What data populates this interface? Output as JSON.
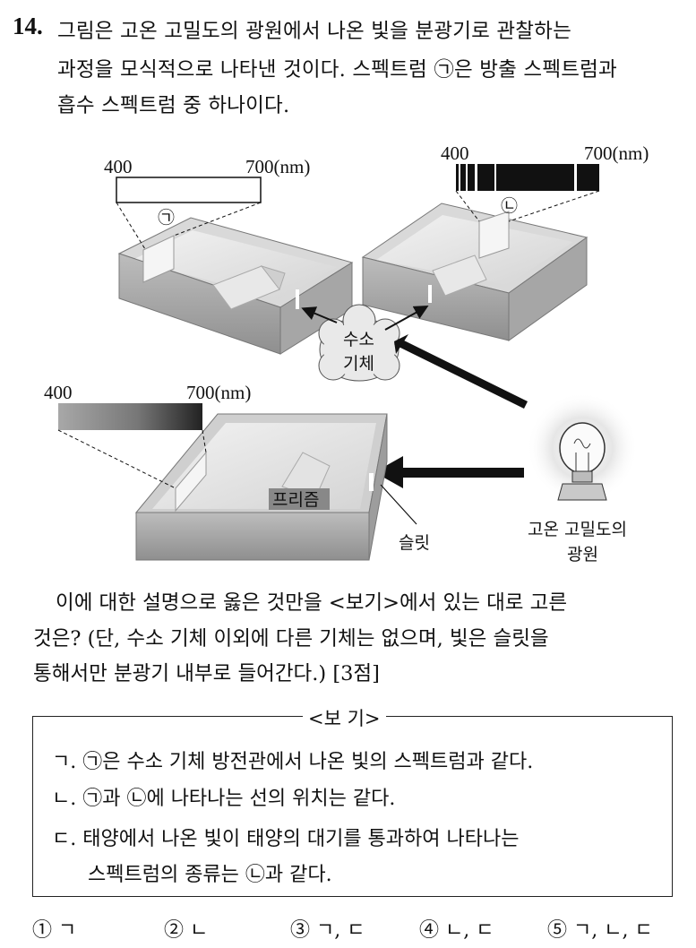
{
  "question": {
    "number": "14.",
    "lines": [
      "그림은 고온 고밀도의 광원에서 나온 빛을 분광기로 관찰하는",
      "과정을 모식적으로 나타낸 것이다. 스펙트럼 ㉠은 방출 스펙트럼과",
      "흡수 스펙트럼 중 하나이다."
    ]
  },
  "figure": {
    "top_left_label_start": "400",
    "top_left_label_end": "700(nm)",
    "top_right_label_start": "400",
    "top_right_label_end": "700(nm)",
    "bottom_label_start": "400",
    "bottom_label_end": "700(nm)",
    "marker_a": "㉠",
    "marker_b": "㉡",
    "gas_line1": "수소",
    "gas_line2": "기체",
    "prism": "프리즘",
    "slit": "슬릿",
    "source_line1": "고온 고밀도의",
    "source_line2": "광원"
  },
  "prompt_lines": [
    "이에 대한 설명으로 옳은 것만을 <보기>에서 있는 대로 고른",
    "것은? (단, 수소 기체 이외에 다른 기체는 없으며, 빛은 슬릿을",
    "통해서만 분광기 내부로 들어간다.) [3점]"
  ],
  "box": {
    "title": "<보 기>",
    "items": [
      "ㄱ. ㉠은 수소 기체 방전관에서 나온 빛의 스펙트럼과 같다.",
      "ㄴ. ㉠과 ㉡에 나타나는 선의 위치는 같다.",
      "ㄷ. 태양에서 나온 빛이 태양의 대기를 통과하여 나타나는",
      "스펙트럼의 종류는 ㉡과 같다."
    ]
  },
  "options": [
    "① ㄱ",
    "② ㄴ",
    "③ ㄱ, ㄷ",
    "④ ㄴ, ㄷ",
    "⑤ ㄱ, ㄴ, ㄷ"
  ]
}
